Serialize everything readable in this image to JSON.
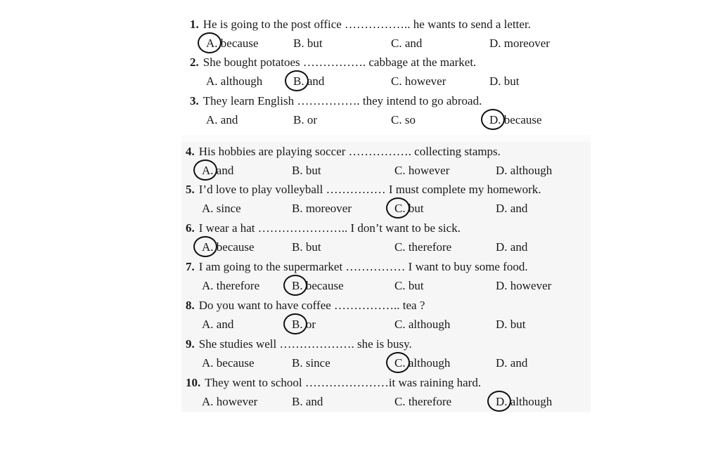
{
  "questions": [
    {
      "num": "1.",
      "stem": "He is going to the post office …………….. he wants to send a letter.",
      "options": [
        "A. because",
        "B. but",
        "C. and",
        "D. moreover"
      ],
      "answer": 0
    },
    {
      "num": "2.",
      "stem": "She bought potatoes ……………. cabbage at the market.",
      "options": [
        "A. although",
        "B. and",
        "C. however",
        "D. but"
      ],
      "answer": 1
    },
    {
      "num": "3.",
      "stem": "They learn English ……………. they intend to go abroad.",
      "options": [
        "A. and",
        "B. or",
        "C. so",
        "D. because"
      ],
      "answer": 3
    },
    {
      "num": "4.",
      "stem": "His hobbies are playing soccer ……………. collecting stamps.",
      "options": [
        "A. and",
        "B. but",
        "C. however",
        "D. although"
      ],
      "answer": 0
    },
    {
      "num": "5.",
      "stem": "I’d love to play volleyball …………… I must complete my homework.",
      "options": [
        "A. since",
        "B. moreover",
        "C. but",
        "D. and"
      ],
      "answer": 2
    },
    {
      "num": "6.",
      "stem": "I wear a hat ………………….. I don’t want to be sick.",
      "options": [
        "A. because",
        "B. but",
        "C. therefore",
        "D. and"
      ],
      "answer": 0
    },
    {
      "num": "7.",
      "stem": "I am going to the supermarket …………… I want to buy some food.",
      "options": [
        "A. therefore",
        "B. because",
        "C. but",
        "D. however"
      ],
      "answer": 1
    },
    {
      "num": "8.",
      "stem": "Do you want to have coffee …………….. tea ?",
      "options": [
        "A. and",
        "B. or",
        "C. although",
        "D. but"
      ],
      "answer": 1
    },
    {
      "num": "9.",
      "stem": "She studies well ………………. she is busy.",
      "options": [
        "A. because",
        "B. since",
        "C. although",
        "D. and"
      ],
      "answer": 2
    },
    {
      "num": "10.",
      "stem": "They went to school …………………it was raining hard.",
      "options": [
        "A. however",
        "B. and",
        "C. therefore",
        "D. although"
      ],
      "answer": 3
    }
  ]
}
